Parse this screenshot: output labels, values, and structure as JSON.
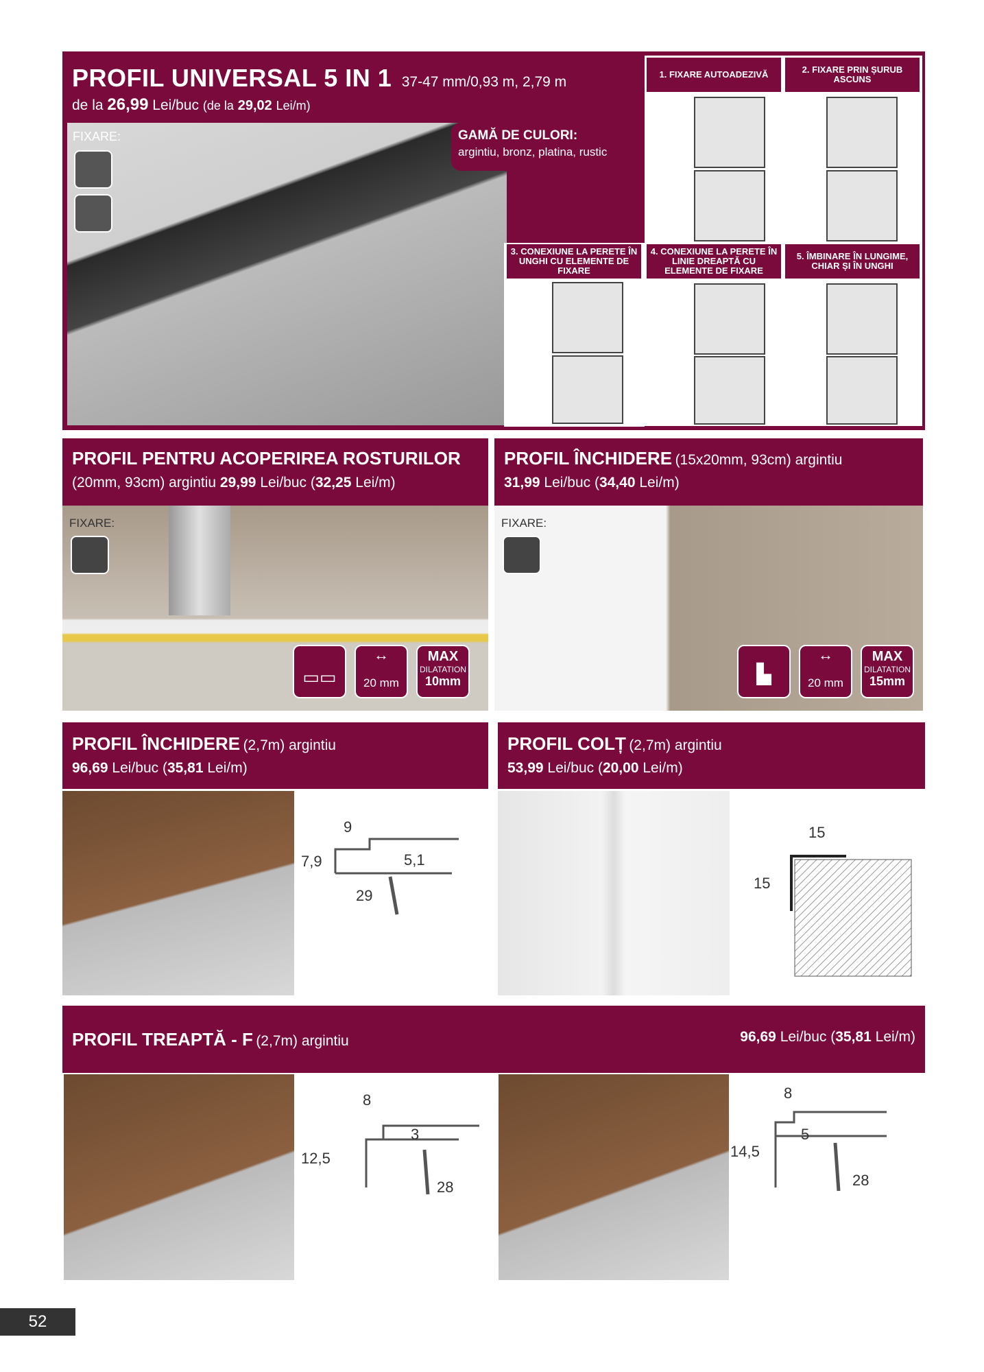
{
  "colors": {
    "brand": "#7b0a3c",
    "page_number_bg": "#333333"
  },
  "universal": {
    "title": "PROFIL UNIVERSAL 5 IN 1",
    "spec": "37-47 mm/0,93 m, 2,79 m",
    "price_prefix": "de la",
    "price": "26,99",
    "price_unit": "Lei/buc",
    "per_m_prefix": "(de la",
    "per_m": "29,02",
    "per_m_unit": "Lei/m)",
    "fixare_label": "FIXARE:",
    "colors_title": "GAMĂ DE CULORI:",
    "colors_list": "argintiu, bronz, platina, rustic",
    "steps": [
      "1. FIXARE AUTOADEZIVĂ",
      "2. FIXARE PRIN ȘURUB ASCUNS",
      "3. CONEXIUNE LA PERETE ÎN UNGHI CU ELEMENTE DE FIXARE",
      "4. CONEXIUNE LA PERETE ÎN LINIE DREAPTĂ CU ELEMENTE DE FIXARE",
      "5. ÎMBINARE ÎN LUNGIME, CHIAR ȘI ÎN UNGHI"
    ],
    "icons": [
      "drill-icon",
      "adhesive-icon"
    ]
  },
  "rosturi": {
    "title": "PROFIL PENTRU ACOPERIREA ROSTURILOR",
    "spec": "(20mm, 93cm) argintiu",
    "price": "29,99",
    "price_unit": "Lei/buc (",
    "per_m": "32,25",
    "per_m_unit": "Lei/m)",
    "fixare_label": "FIXARE:",
    "width": "20 mm",
    "max": "MAX",
    "dilatation": "DILATATION",
    "dilatation_value": "10mm"
  },
  "inchidere1": {
    "title": "PROFIL ÎNCHIDERE",
    "spec": "(15x20mm, 93cm) argintiu",
    "price": "31,99",
    "price_unit": "Lei/buc (",
    "per_m": "34,40",
    "per_m_unit": "Lei/m)",
    "fixare_label": "FIXARE:",
    "width": "20 mm",
    "max": "MAX",
    "dilatation": "DILATATION",
    "dilatation_value": "15mm"
  },
  "inchidere2": {
    "title": "PROFIL ÎNCHIDERE",
    "spec": "(2,7m) argintiu",
    "price": "96,69",
    "price_unit": "Lei/buc (",
    "per_m": "35,81",
    "per_m_unit": "Lei/m)",
    "dims": {
      "top": "9",
      "height": "7,9",
      "inner": "5,1",
      "base": "29"
    }
  },
  "colt": {
    "title": "PROFIL COLȚ",
    "spec": "(2,7m) argintiu",
    "price": "53,99",
    "price_unit": "Lei/buc (",
    "per_m": "20,00",
    "per_m_unit": "Lei/m)",
    "dims": {
      "top": "15",
      "side": "15"
    }
  },
  "treapta": {
    "title": "PROFIL TREAPTĂ - F",
    "spec": "(2,7m) argintiu",
    "price": "96,69",
    "price_unit": "Lei/buc (",
    "per_m": "35,81",
    "per_m_unit": "Lei/m)",
    "dims_a": {
      "top": "8",
      "height": "12,5",
      "inner": "3",
      "base": "28"
    },
    "dims_b": {
      "top": "8",
      "height": "14,5",
      "inner": "5",
      "base": "28"
    }
  },
  "page_number": "52"
}
